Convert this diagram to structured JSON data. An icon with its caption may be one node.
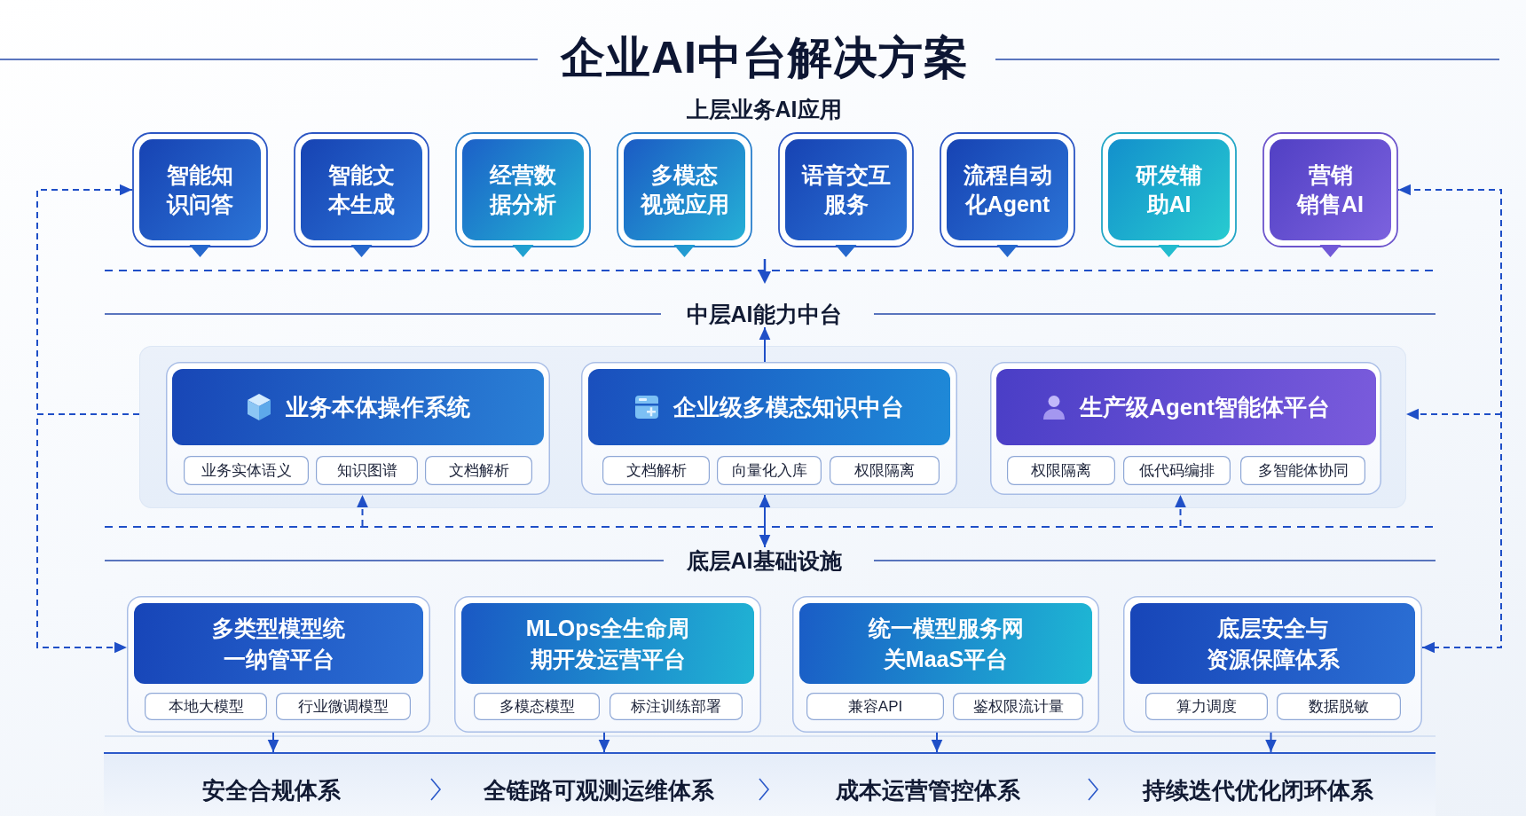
{
  "diagram": {
    "title": "企业AI中台解决方案",
    "nodes": [
      {
        "text": [
          "智能知识问答"
        ]
      },
      {
        "text": [
          "智能文本生成"
        ]
      },
      {
        "text": [
          "经营数据分析"
        ]
      },
      {
        "text": [
          "多模态视觉应用"
        ]
      },
      {
        "text": [
          "语音交互服务"
        ]
      },
      {
        "text": [
          "流程自动化Agent"
        ]
      },
      {
        "text": [
          "研发辅助AI"
        ]
      },
      {
        "text": [
          "营销销售AI"
        ]
      },
      {
        "text": [
          "中层AI能力中台"
        ]
      },
      {
        "text": [],
        "shape": "box"
      },
      {
        "text": [],
        "shape": "box",
        "in": 9
      },
      {
        "text": [
          "业务本体操作系统"
        ],
        "in": 10
      },
      {
        "text": [
          "业务实体语义"
        ],
        "in": 10
      },
      {
        "text": [
          "知识图谱"
        ],
        "in": 10
      },
      {
        "text": [
          "文档解析"
        ],
        "in": 10
      },
      {
        "text": [],
        "shape": "box",
        "in": 9
      },
      {
        "text": [
          "企业级多模态知识中台"
        ],
        "in": 15
      },
      {
        "text": [
          "文档解析"
        ],
        "in": 15
      },
      {
        "text": [
          "向量化入库"
        ],
        "in": 15
      },
      {
        "text": [
          "权限隔离"
        ],
        "in": 15
      },
      {
        "text": [],
        "shape": "box",
        "in": 9
      },
      {
        "text": [
          "生产级Agent智能体平台"
        ],
        "in": 20
      },
      {
        "text": [
          "权限隔离"
        ],
        "in": 20
      },
      {
        "text": [
          "低代码编排"
        ],
        "in": 20
      },
      {
        "text": [
          "多智能体协同"
        ],
        "in": 20
      },
      {
        "text": [
          "底层AI基础设施"
        ]
      },
      {
        "text": [],
        "shape": "box"
      },
      {
        "text": [
          "多类型模型统一纳管平台"
        ],
        "in": 26
      },
      {
        "text": [
          "本地大模型"
        ],
        "in": 26
      },
      {
        "text": [
          "行业微调模型"
        ],
        "in": 26
      },
      {
        "text": [],
        "shape": "box"
      },
      {
        "text": [
          "MLOps全生命周期开发运营平台"
        ],
        "in": 30
      },
      {
        "text": [
          "多模态模型"
        ],
        "in": 30
      },
      {
        "text": [
          "标注训练部署"
        ],
        "in": 30
      },
      {
        "text": [],
        "shape": "box"
      },
      {
        "text": [
          "统一模型服务网关MaaS平台"
        ],
        "in": 34
      },
      {
        "text": [
          "兼容API"
        ],
        "in": 34
      },
      {
        "text": [
          "鉴权限流计量"
        ],
        "in": 34
      },
      {
        "text": [],
        "shape": "box"
      },
      {
        "text": [
          "底层安全与资源保障体系"
        ],
        "in": 38
      },
      {
        "text": [
          "算力调度"
        ],
        "in": 38
      },
      {
        "text": [
          "数据脱敏"
        ],
        "in": 38
      },
      {
        "text": [
          "安全合规体系",
          "全链路可观测运维体系",
          "成本运营管控体系",
          "持续迭代优化闭环体系"
        ]
      }
    ],
    "edges": [
      {
        "from": 9,
        "to": 0,
        "arrow": "to",
        "style": "dashed"
      },
      {
        "from": 9,
        "to": 26,
        "arrow": "to",
        "style": "dashed"
      },
      {
        "from": 38,
        "to": 7,
        "arrow": "both",
        "style": "dashed"
      },
      {
        "from": null,
        "to": 9,
        "arrow": "to",
        "style": "dashed"
      },
      {
        "from": 15,
        "to": 8,
        "arrow": "to"
      },
      {
        "from": null,
        "to": 10,
        "arrow": "to",
        "style": "dashed"
      },
      {
        "from": 15,
        "to": 25,
        "arrow": "both"
      },
      {
        "from": null,
        "to": 20,
        "arrow": "to",
        "style": "dashed"
      },
      {
        "from": 26,
        "to": 42,
        "arrow": "to"
      },
      {
        "from": 30,
        "to": 42,
        "arrow": "to"
      },
      {
        "from": 34,
        "to": 42,
        "arrow": "to"
      },
      {
        "from": 38,
        "to": 42,
        "arrow": "to"
      }
    ],
    "labels": [
      "上层业务AI应用"
    ]
  }
}
